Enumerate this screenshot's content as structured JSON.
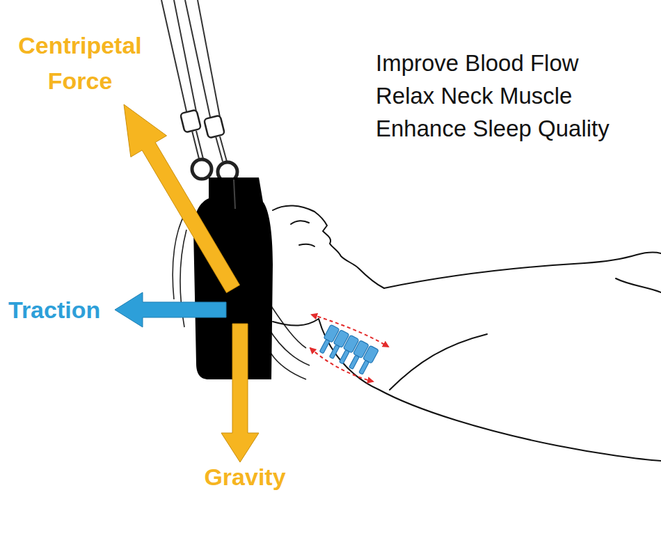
{
  "diagram": {
    "labels": [
      "Centripetal Force",
      "Traction",
      "Gravity",
      "Improve Blood Flow",
      "Relax Neck Muscle",
      "Enhance Sleep Quality"
    ]
  }
}
